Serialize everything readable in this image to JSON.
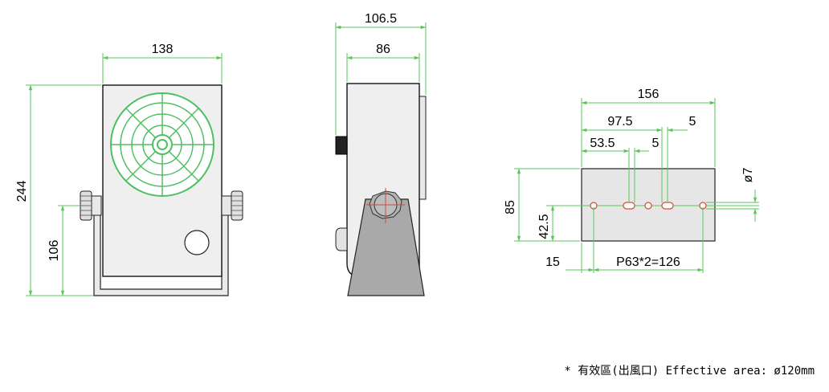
{
  "front_view": {
    "width_label": "138",
    "height_label": "244",
    "pivot_height_label": "106"
  },
  "side_view": {
    "overall_depth_label": "106.5",
    "body_depth_label": "86"
  },
  "mount_plate": {
    "width_label": "156",
    "height_label": "85",
    "hole_row_height_label": "42.5",
    "slot_pos_label": "97.5",
    "slot_width_label": "5",
    "inner_slot_pos_label": "53.5",
    "inner_slot_width_label": "5",
    "edge_offset_label": "15",
    "pitch_label": "P63*2=126",
    "hole_dia_label": "ø7"
  },
  "footnote": "* 有效區(出風口) Effective area: ø120mm",
  "colors": {
    "dimension_line": "#59c55a",
    "fan_grille": "#4fbf63",
    "body_fill": "#eeeeee",
    "stand_fill": "#a9a9a9",
    "hole_mark": "#d04a3a"
  }
}
